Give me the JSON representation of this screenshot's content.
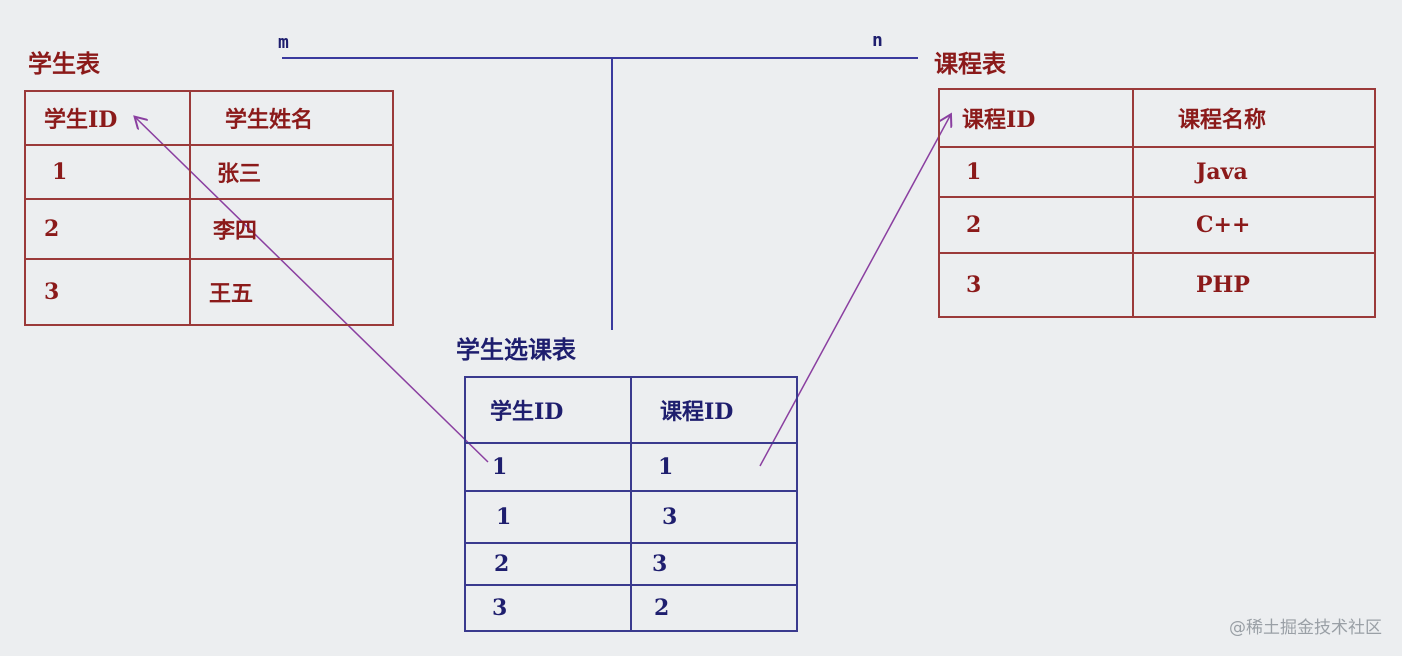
{
  "labels": {
    "m": "m",
    "n": "n"
  },
  "student_table": {
    "title": "学生表",
    "headers": [
      "学生ID",
      "学生姓名"
    ],
    "rows": [
      [
        "1",
        "张三"
      ],
      [
        "2",
        "李四"
      ],
      [
        "3",
        "王五"
      ]
    ]
  },
  "course_table": {
    "title": "课程表",
    "headers": [
      "课程ID",
      "课程名称"
    ],
    "rows": [
      [
        "1",
        "Java"
      ],
      [
        "2",
        "C++"
      ],
      [
        "3",
        "PHP"
      ]
    ]
  },
  "selection_table": {
    "title": "学生选课表",
    "headers": [
      "学生ID",
      "课程ID"
    ],
    "rows": [
      [
        "1",
        "1"
      ],
      [
        "1",
        "3"
      ],
      [
        "2",
        "3"
      ],
      [
        "3",
        "2"
      ]
    ]
  },
  "watermark": "@稀土掘金技术社区",
  "colors": {
    "background": "#eceef0",
    "table_red": "#8b1a1a",
    "table_blue": "#1e1e6e",
    "arrow": "#8a3fa0",
    "connector": "#3a3a9e"
  }
}
